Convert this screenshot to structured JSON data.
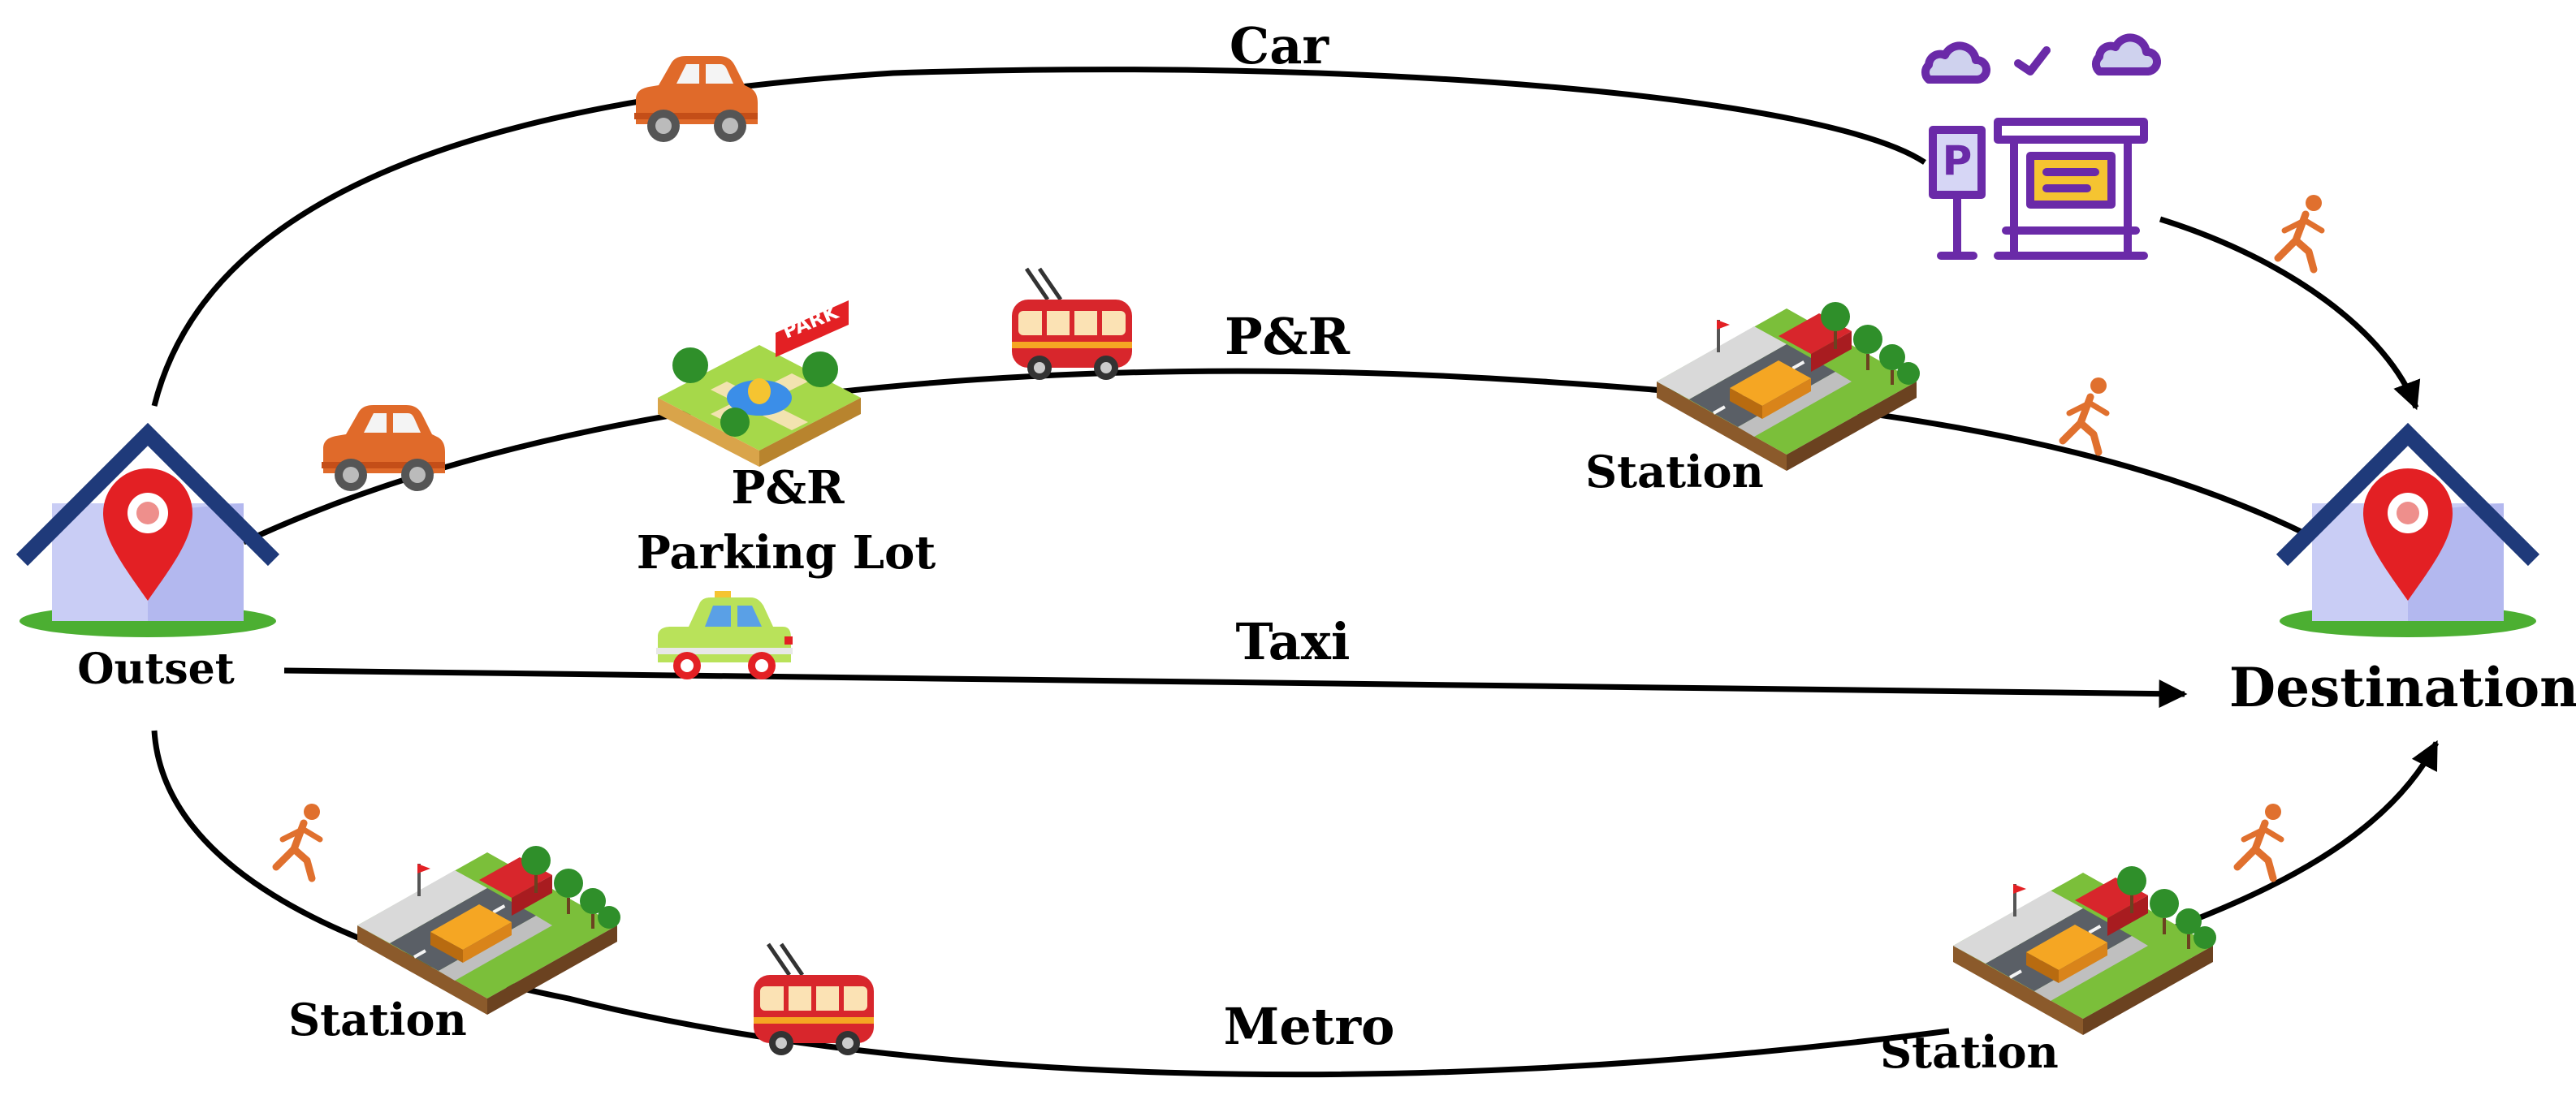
{
  "routes": {
    "car": "Car",
    "pr": "P&R",
    "taxi": "Taxi",
    "metro": "Metro"
  },
  "nodes": {
    "outset": "Outset",
    "destination": "Destination",
    "pr_parking_line1": "P&R",
    "pr_parking_line2": "Parking Lot",
    "station_pr": "Station",
    "station_metro_left": "Station",
    "station_metro_right": "Station"
  },
  "signage": {
    "park": "PARK",
    "parking_p": "P"
  },
  "colors": {
    "route_line": "#000000",
    "house_roof": "#1f3a7a",
    "house_wall": "#c9cdf5",
    "pin_red": "#e32024",
    "grass": "#4caf32",
    "car_orange": "#e06a2a",
    "bus_red": "#d8262c",
    "taxi_green": "#b9e25a",
    "walker_orange": "#e0702e",
    "parking_purple": "#6a2aa8"
  },
  "icons": [
    "house-pin-icon",
    "car-icon",
    "bus-icon",
    "taxi-icon",
    "walking-person-icon",
    "bus-station-icon",
    "park-and-ride-lot-icon",
    "parking-shelter-icon"
  ]
}
